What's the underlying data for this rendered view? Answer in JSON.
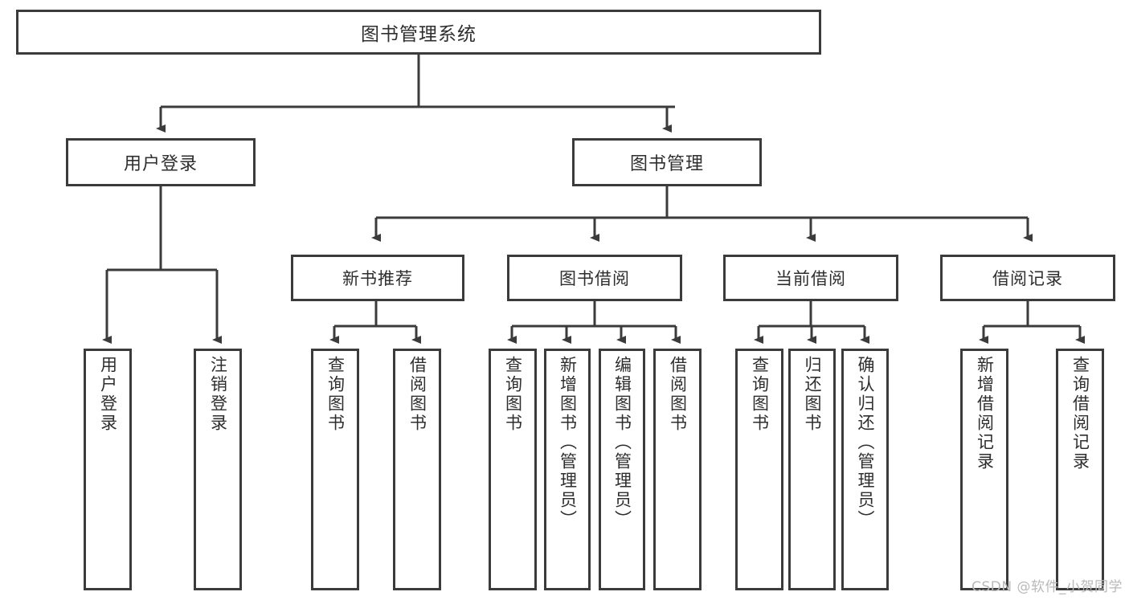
{
  "diagram": {
    "title": "图书管理系统",
    "type": "hierarchy-tree",
    "background_color": "#ffffff",
    "border_color": "#3b3b3b",
    "text_color": "#2e2e2e",
    "nodes": {
      "root": {
        "label": "图书管理系统"
      },
      "level1": [
        {
          "label": "用户登录"
        },
        {
          "label": "图书管理"
        }
      ],
      "level2": [
        {
          "label": "新书推荐"
        },
        {
          "label": "图书借阅"
        },
        {
          "label": "当前借阅"
        },
        {
          "label": "借阅记录"
        }
      ],
      "leaves_user_login": [
        {
          "label": "用户登录"
        },
        {
          "label": "注销登录"
        }
      ],
      "leaves_new_book": [
        {
          "label": "查询图书"
        },
        {
          "label": "借阅图书"
        }
      ],
      "leaves_borrow": [
        {
          "label": "查询图书"
        },
        {
          "label": "新增图书（管理员）"
        },
        {
          "label": "编辑图书（管理员）"
        },
        {
          "label": "借阅图书"
        }
      ],
      "leaves_current": [
        {
          "label": "查询图书"
        },
        {
          "label": "归还图书"
        },
        {
          "label": "确认归还（管理员）"
        }
      ],
      "leaves_record": [
        {
          "label": "新增借阅记录"
        },
        {
          "label": "查询借阅记录"
        }
      ]
    }
  },
  "watermark": {
    "text": "CSDN @软件_小贺同学"
  }
}
